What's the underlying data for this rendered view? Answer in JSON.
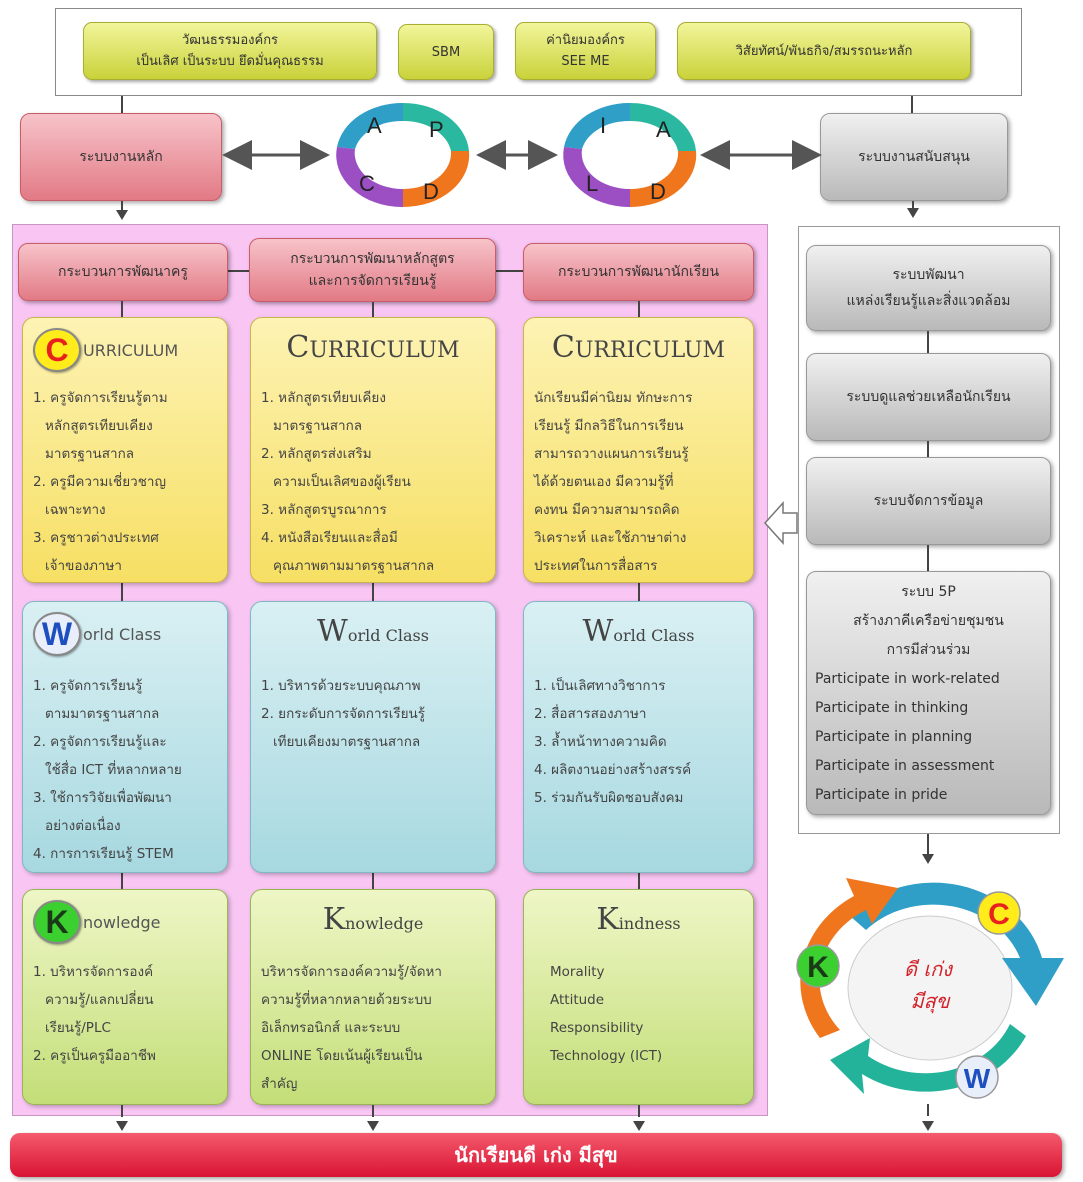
{
  "top_banner": {
    "items": [
      {
        "lines": [
          "วัฒนธรรมองค์กร",
          "เป็นเลิศ เป็นระบบ ยึดมั่นคุณธรรม"
        ]
      },
      {
        "lines": [
          "SBM"
        ]
      },
      {
        "lines": [
          "ค่านิยมองค์กร",
          "SEE ME"
        ]
      },
      {
        "lines": [
          "วิสัยทัศน์/พันธกิจ/สมรรถนะหลัก"
        ]
      }
    ]
  },
  "main_system": {
    "label": "ระบบงานหลัก"
  },
  "support_system": {
    "label": "ระบบงานสนับสนุน"
  },
  "cycle_left": {
    "letters": [
      "A",
      "P",
      "D",
      "C"
    ]
  },
  "cycle_right": {
    "letters": [
      "I",
      "A",
      "D",
      "L"
    ]
  },
  "process_headers": [
    {
      "lines": [
        "กระบวนการพัฒนาครู"
      ]
    },
    {
      "lines": [
        "กระบวนการพัฒนาหลักสูตร",
        "และการจัดการเรียนรู้"
      ]
    },
    {
      "lines": [
        "กระบวนการพัฒนานักเรียน"
      ]
    }
  ],
  "curriculum": {
    "badge": "C",
    "rest": "URRICULUM",
    "cap": "C",
    "word": "URRICULUM",
    "teacher": [
      "1. ครูจัดการเรียนรู้ตาม",
      "   หลักสูตรเทียบเคียง",
      "   มาตรฐานสากล",
      "2. ครูมีความเชี่ยวชาญ",
      "   เฉพาะทาง",
      "3. ครูชาวต่างประเทศ",
      "   เจ้าของภาษา"
    ],
    "course": [
      "1. หลักสูตรเทียบเคียง",
      "   มาตรฐานสากล",
      "2. หลักสูตรส่งเสริม",
      "   ความเป็นเลิศของผู้เรียน",
      "3. หลักสูตรบูรณาการ",
      "4. หนังสือเรียนและสื่อมี",
      "   คุณภาพตามมาตรฐานสากล"
    ],
    "student": [
      "นักเรียนมีค่านิยม ทักษะการ",
      "เรียนรู้ มีกลวิธีในการเรียน",
      "สามารถวางแผนการเรียนรู้",
      "ได้ด้วยตนเอง มีความรู้ที่",
      "คงทน มีความสามารถคิด",
      "วิเคราะห์ และใช้ภาษาต่าง",
      "ประเทศในการสื่อสาร"
    ]
  },
  "world_class": {
    "badge": "W",
    "rest": "orld Class",
    "cap": "W",
    "word": "orld Class",
    "teacher": [
      "1. ครูจัดการเรียนรู้",
      "   ตามมาตรฐานสากล",
      "2. ครูจัดการเรียนรู้และ",
      "   ใช้สื่อ ICT ที่หลากหลาย",
      "3. ใช้การวิจัยเพื่อพัฒนา",
      "   อย่างต่อเนื่อง",
      "4. การการเรียนรู้ STEM"
    ],
    "course": [
      "1. บริหารด้วยระบบคุณภาพ",
      "2. ยกระดับการจัดการเรียนรู้",
      "   เทียบเคียงมาตรฐานสากล"
    ],
    "student": [
      "1. เป็นเลิศทางวิชาการ",
      "2. สื่อสารสองภาษา",
      "3. ล้ำหน้าทางความคิด",
      "4. ผลิตงานอย่างสร้างสรรค์",
      "5. ร่วมกันรับผิดชอบสังคม"
    ]
  },
  "knowledge": {
    "badge": "K",
    "rest": "nowledge",
    "cap": "K",
    "word": "nowledge",
    "teacher": [
      "1. บริหารจัดการองค์",
      "   ความรู้/แลกเปลี่ยน",
      "   เรียนรู้/PLC",
      "2. ครูเป็นครูมืออาชีพ"
    ],
    "course": [
      "บริหารจัดการองค์ความรู้/จัดหา",
      "ความรู้ที่หลากหลายด้วยระบบ",
      "อิเล็กทรอนิกส์ และระบบ",
      "ONLINE โดยเน้นผู้เรียนเป็น",
      "สำคัญ"
    ]
  },
  "kindness": {
    "cap": "K",
    "word": "indness",
    "items": [
      "Morality",
      "Attitude",
      "Responsibility",
      "Technology (ICT)"
    ]
  },
  "support_boxes": [
    {
      "lines": [
        "ระบบพัฒนา",
        "แหล่งเรียนรู้และสิ่งแวดล้อม"
      ]
    },
    {
      "lines": [
        "ระบบดูแลช่วยเหลือนักเรียน"
      ]
    },
    {
      "lines": [
        "ระบบจัดการข้อมูล"
      ]
    },
    {
      "lines": [
        "ระบบ 5P",
        "สร้างภาคีเครือข่ายชุมชน",
        "การมีส่วนร่วม",
        "Participate in work-related",
        "Participate in thinking",
        "Participate in planning",
        "Participate in assessment",
        "Participate in pride"
      ]
    }
  ],
  "goal_cycle": {
    "badges": [
      "C",
      "K",
      "W"
    ],
    "center_lines": [
      "ดี เก่ง",
      "มีสุข"
    ]
  },
  "footer": {
    "label": "นักเรียนดี เก่ง มีสุข"
  }
}
